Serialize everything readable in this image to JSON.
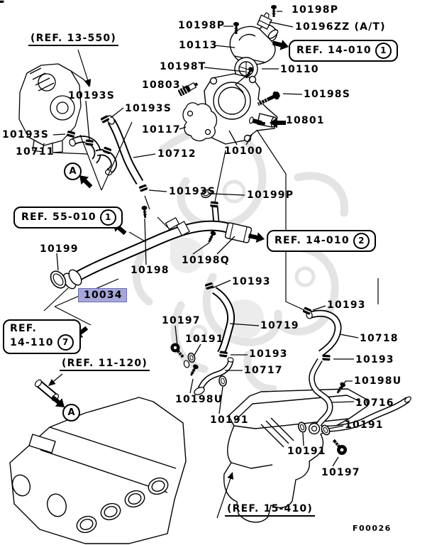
{
  "figure_code": "F00026",
  "colors": {
    "line": "#000000",
    "highlight_bg": "#a6a6da",
    "highlight_border": "#6e6eb4",
    "watermark": "#e4e4e4"
  },
  "part_labels": [
    {
      "text": "10198P"
    },
    {
      "text": "10196ZZ (A/T)"
    },
    {
      "text": "10198P"
    },
    {
      "text": "10113"
    },
    {
      "text": "10110"
    },
    {
      "text": "10198T"
    },
    {
      "text": "10803"
    },
    {
      "text": "10198S"
    },
    {
      "text": "10801"
    },
    {
      "text": "10100"
    },
    {
      "text": "10193S"
    },
    {
      "text": "10193S"
    },
    {
      "text": "10117"
    },
    {
      "text": "10712"
    },
    {
      "text": "10193S"
    },
    {
      "text": "10711"
    },
    {
      "text": "10193S"
    },
    {
      "text": "10199P"
    },
    {
      "text": "10199"
    },
    {
      "text": "10198"
    },
    {
      "text": "10034",
      "highlighted": true
    },
    {
      "text": "10198Q"
    },
    {
      "text": "10193"
    },
    {
      "text": "10197"
    },
    {
      "text": "10191"
    },
    {
      "text": "10719"
    },
    {
      "text": "10193"
    },
    {
      "text": "10717"
    },
    {
      "text": "10193"
    },
    {
      "text": "10718"
    },
    {
      "text": "10193"
    },
    {
      "text": "10198U"
    },
    {
      "text": "10716"
    },
    {
      "text": "10198U"
    },
    {
      "text": "10191"
    },
    {
      "text": "10191"
    },
    {
      "text": "10191"
    },
    {
      "text": "10197"
    }
  ],
  "references": {
    "ref_13_550": {
      "text": "(REF. 13-550)"
    },
    "ref_14_010_1": {
      "text": "REF. 14-010",
      "num": "1"
    },
    "ref_55_010_1": {
      "text": "REF. 55-010",
      "num": "1"
    },
    "ref_14_010_2": {
      "text": "REF. 14-010",
      "num": "2"
    },
    "ref_14_110_7": {
      "line1": "REF.",
      "line2": "14-110",
      "num": "7"
    },
    "ref_11_120": {
      "text": "(REF. 11-120)"
    },
    "ref_15_410": {
      "text": "(REF. 15-410)"
    }
  },
  "view_markers": {
    "a1": "A",
    "a2": "A"
  }
}
